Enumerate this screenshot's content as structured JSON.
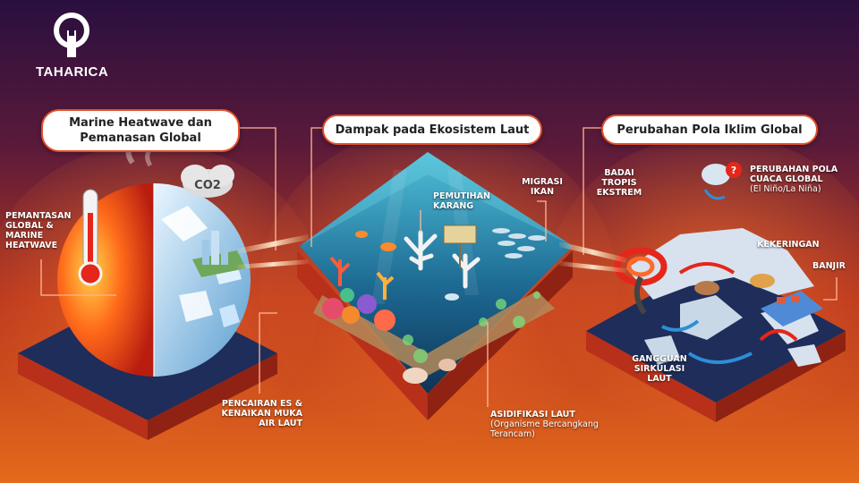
{
  "brand": {
    "name": "TAHARICA"
  },
  "sections": [
    {
      "title_line1": "Marine Heatwave dan",
      "title_line2": "Pemanasan Global"
    },
    {
      "title": "Dampak pada Ekosistem Laut"
    },
    {
      "title": "Perubahan Pola Iklim Global"
    }
  ],
  "labels": {
    "heatwave": [
      "PEMANTASAN",
      "GLOBAL &",
      "MARINE",
      "HEATWAVE"
    ],
    "co2": "CO2",
    "ice_melt": [
      "PENCAIRAN ES &",
      "KENAIKAN MUKA",
      "AIR LAUT"
    ],
    "bleaching": [
      "PEMUTIHAN",
      "KARANG"
    ],
    "migration": [
      "MIGRASI",
      "IKAN"
    ],
    "acidification": [
      "ASIDIFIKASI LAUT",
      "(Organisme Bercangkang",
      "Terancam)"
    ],
    "storm": [
      "BADAI",
      "TROPIS",
      "EKSTREM"
    ],
    "weather": [
      "PERUBAHAN POLA",
      "CUACA GLOBAL",
      "(El Niño/La Niña)"
    ],
    "drought": "KEKERINGAN",
    "flood": "BANJIR",
    "circulation": [
      "GANGGUAN",
      "SIRKULASI",
      "LAUT"
    ]
  },
  "colors": {
    "accent": "#e0502a",
    "ocean_deep": "#1a4f7a",
    "ocean_light": "#3aa3c8",
    "platform": "#1c2a52",
    "platform_edge": "#c8341a"
  }
}
